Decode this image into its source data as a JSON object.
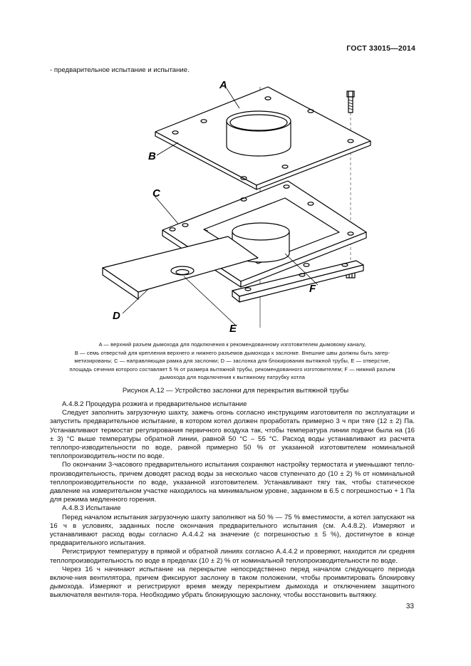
{
  "header": {
    "doc_code": "ГОСТ 33015—2014"
  },
  "intro_line": "- предварительное испытание и испытание.",
  "figure": {
    "labels": {
      "a": "A",
      "b": "B",
      "c": "C",
      "d": "D",
      "e": "E",
      "f": "F"
    }
  },
  "legend": {
    "lines": [
      "A — верхний разъем дымохода для подключения к рекомендованному изготовителем дымовому каналу,",
      "B — семь отверстий для крепления верхнего и нижнего разъемов дымохода к заслонке. Внешние швы должны быть загер-",
      "метизированы;  C — направляющая рамка для заслонки;  D — заслонка для блокирования вытяжной трубы,  E — отверстие,",
      "площадь сечения которого составляет 5 % от размера вытяжной трубы, рекомендованного изготовителем; F — нижний разъем",
      "дымохода для подключения к вытяжному патрубку котла"
    ]
  },
  "caption": "Рисунок А.12 — Устройство заслонки для перекрытия вытяжной трубы",
  "body": {
    "s1_title": "А.4.8.2 Процедура розжига и предварительное испытание",
    "p1": "Следует заполнить загрузочную шахту, зажечь огонь согласно инструкциям изготовителя по эксплуатации и запустить предварительное испытание, в котором  котел должен проработать примерно 3 ч при тяге (12 ± 2) Па. Устанавливают термостат регулирования первичного воздуха так, чтобы температура линии подачи была на (16 ± 3) °С выше температуры обратной линии, равной 50 °С – 55 °С. Расход воды устанавливают из расчета теплопро-изводительности по воде, равной примерно 50 % от указанной изготовителем номинальной теплопроизводитель-ности по воде.",
    "p2": "По окончании 3-часового предварительного испытания сохраняют настройку термостата и уменьшают тепло-производительность, причем доводят расход воды за несколько часов ступенчато до (10 ± 2) % от номинальной теплопроизводительности по воде, указанной изготовителем. Устанавливают тягу так, чтобы статическое давление на измерительном участке находилось на минимальном уровне, заданном в 6.5 с погрешностью + 1 Па для режима медленного горения.",
    "s2_title": "А.4.8.3 Испытание",
    "p3": "Перед началом испытания загрузочную шахту заполняют на 50 % — 75 % вместимости, а котел запускают на 16 ч в условиях, заданных после окончания предварительного испытания (см. А.4.8.2). Измеряют и устанавливают расход воды согласно А.4.4.2 на значение (с погрешностью ± 5 %), достигнутое в конце предварительного испытания.",
    "p4": "Регистрируют температуру в прямой и обратной линиях согласно А.4.4.2 и проверяют, находится ли средняя теплопроизводительность по воде в пределах (10 ± 2) % от номинальной теплопроизводительности по воде.",
    "p5": "Через 16 ч начинают испытание на перекрытие непосредственно перед началом следующего периода включе-ния вентилятора, причем фиксируют заслонку в таком положении, чтобы проимитировать блокировку дымохода. Измеряют и регистрируют время между перекрытием дымохода и отключением защитного выключателя вентиля-тора. Необходимо убрать блокирующую заслонку, чтобы восстановить вытяжку."
  },
  "page_number": "33"
}
